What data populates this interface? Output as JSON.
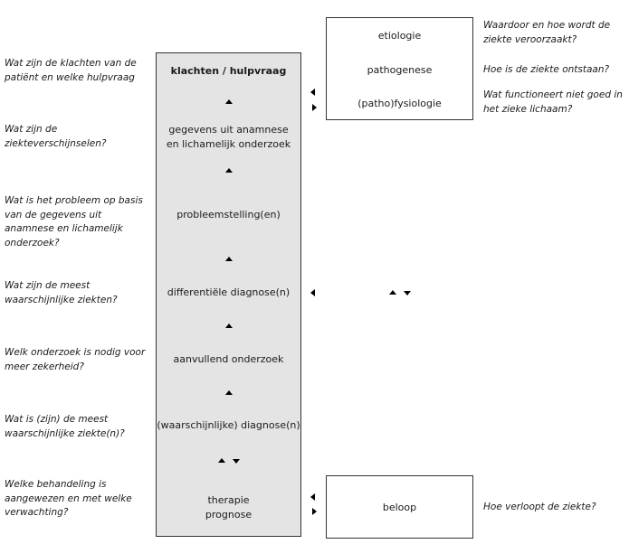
{
  "questions_left": [
    "Wat zijn de klachten van de patiënt en welke hulpvraag",
    "Wat zijn de ziekteverschijnselen?",
    "Wat is het probleem op basis van de gegevens uit anamnese en lichamelijk onderzoek?",
    "Wat zijn de meest waarschijnlijke ziekten?",
    "Welk onderzoek is nodig voor meer zekerheid?",
    "Wat is (zijn) de meest waarschijnlijke ziekte(n)?",
    "Welke behandeling is aangewezen en met welke verwachting?"
  ],
  "steps": [
    "klachten / hulpvraag",
    "gegevens uit anamnese",
    "en lichamelijk onderzoek",
    "probleemstelling(en)",
    "differentiële diagnose(n)",
    "aanvullend onderzoek",
    "(waarschijnlijke) diagnose(n)",
    "therapie",
    "prognose"
  ],
  "side_top": [
    "etiologie",
    "pathogenese",
    "(patho)fysiologie"
  ],
  "side_bottom": "beloop",
  "questions_right": [
    "Waardoor en hoe wordt de ziekte veroorzaakt?",
    "Hoe is de ziekte ontstaan?",
    "Wat functioneert niet goed in het zieke lichaam?",
    "Hoe verloopt de ziekte?"
  ]
}
